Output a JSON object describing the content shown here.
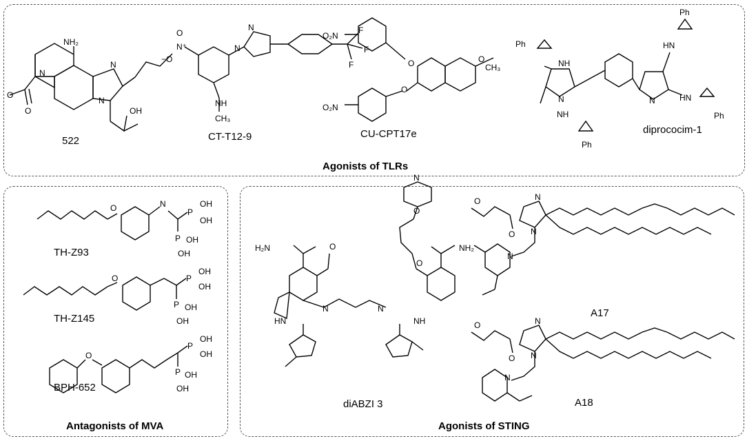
{
  "panels": {
    "tlr": {
      "title": "Agonists of TLRs",
      "compounds": [
        "522",
        "CT-T12-9",
        "CU-CPT17e",
        "diprococim-1"
      ]
    },
    "mva": {
      "title": "Antagonists of MVA",
      "compounds": [
        "TH-Z93",
        "TH-Z145",
        "BPH-652"
      ]
    },
    "sting": {
      "title": "Agonists of STING",
      "compounds": [
        "diABZI 3",
        "A17",
        "A18"
      ]
    }
  },
  "atom_labels": {
    "nh2": "NH₂",
    "h2n": "H₂N",
    "n": "N",
    "nh": "NH",
    "hn": "HN",
    "o": "O",
    "oh": "OH",
    "p": "P",
    "f": "F",
    "ph": "Ph",
    "ch3": "CH₃",
    "o2n": "O₂N",
    "minus_o": "−O",
    "plus_n": "N⁺",
    "ch3_short": "CH₃"
  }
}
